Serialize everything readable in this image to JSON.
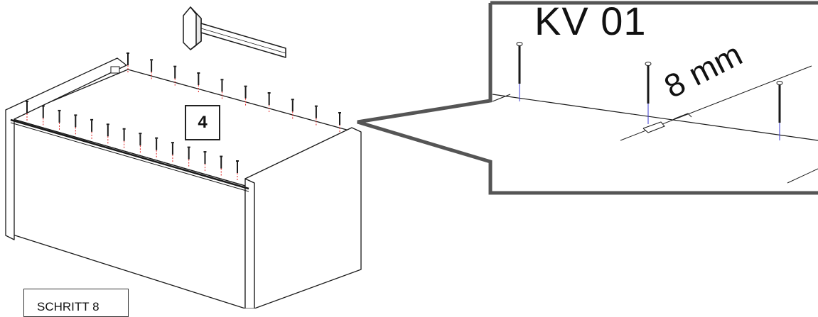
{
  "diagram": {
    "step_number": "4",
    "detail_part_code": "KV 01",
    "dimension_label": "8 mm",
    "step_title": "SCHRITT 8",
    "nail_count_back_edge": 10,
    "nail_count_front_edge": 14
  },
  "colors": {
    "outline": "#1a1a1a",
    "nail_guide_red": "#e02020",
    "nail_guide_blue": "#3a3ad0",
    "callout_frame": "#555555"
  },
  "icons": [
    "hammer-icon",
    "nail-icon"
  ]
}
